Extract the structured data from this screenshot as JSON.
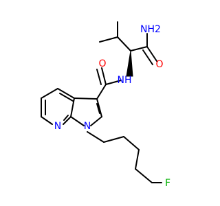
{
  "colors": {
    "background": "#ffffff",
    "bond": "#000000",
    "nitrogen": "#0000ff",
    "oxygen": "#ff0000",
    "fluorine": "#00b000"
  },
  "atom_labels": {
    "nh2": "NH2",
    "o_amide_top": "O",
    "nh_amide": "NH",
    "o_amide_carbonyl": "O",
    "n_pyridine": "N",
    "n_pyrrole": "N",
    "f": "F"
  },
  "molecule": {
    "stereo_bond": "wedge",
    "structure_type": "skeletal-formula"
  }
}
